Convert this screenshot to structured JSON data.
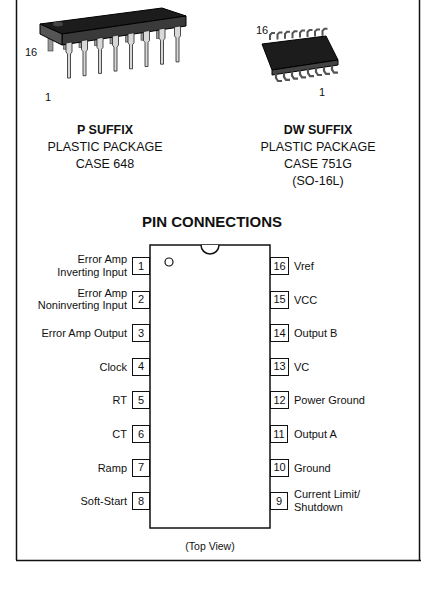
{
  "diagram": {
    "title": "PIN CONNECTIONS",
    "nodes": [
      {
        "text": [
          "1"
        ]
      },
      {
        "text": [
          "2"
        ]
      },
      {
        "text": [
          "3"
        ]
      },
      {
        "text": [
          "4"
        ]
      },
      {
        "text": [
          "5"
        ]
      },
      {
        "text": [
          "6"
        ]
      },
      {
        "text": [
          "7"
        ]
      },
      {
        "text": [
          "8"
        ]
      },
      {
        "text": [
          "9"
        ]
      },
      {
        "text": [
          "10"
        ]
      },
      {
        "text": [
          "11"
        ]
      },
      {
        "text": [
          "12"
        ]
      },
      {
        "text": [
          "13"
        ]
      },
      {
        "text": [
          "14"
        ]
      },
      {
        "text": [
          "15"
        ]
      },
      {
        "text": [
          "16"
        ]
      }
    ],
    "labels": [
      "16",
      "1",
      "P SUFFIX",
      "PLASTIC PACKAGE",
      "CASE 648",
      "16",
      "1",
      "DW SUFFIX",
      "PLASTIC PACKAGE",
      "CASE 751G",
      "(SO-16L)",
      "Error Amp Inverting Input",
      "Error Amp Noninverting Input",
      "Error Amp Output",
      "Clock",
      "RT",
      "CT",
      "Ramp",
      "Soft-Start",
      "Vref",
      "VCC",
      "Output B",
      "VC",
      "Power Ground",
      "Output A",
      "Ground",
      "Current Limit/ Shutdown",
      "(Top View)"
    ]
  }
}
